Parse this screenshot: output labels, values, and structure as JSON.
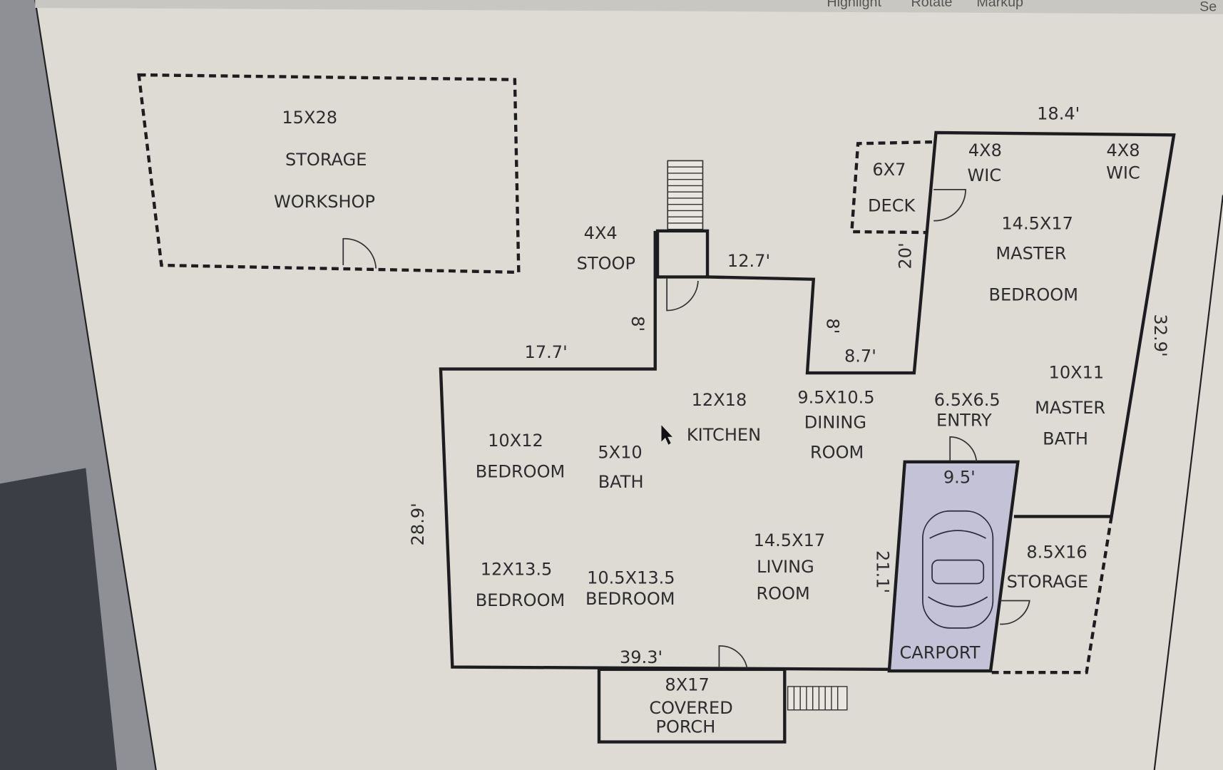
{
  "toolbar": {
    "items": [
      "Highlight",
      "Rotate",
      "Markup"
    ],
    "right_cut": "Se"
  },
  "plan": {
    "workshop": {
      "size": "15X28",
      "name1": "STORAGE",
      "name2": "WORKSHOP"
    },
    "stoop": {
      "size": "4X4",
      "name": "STOOP"
    },
    "deck": {
      "size": "6X7",
      "name": "DECK"
    },
    "wic1": {
      "size": "4X8",
      "name": "WIC"
    },
    "wic2": {
      "size": "4X8",
      "name": "WIC"
    },
    "master_bedroom": {
      "size": "14.5X17",
      "name1": "MASTER",
      "name2": "BEDROOM"
    },
    "master_bath": {
      "size": "10X11",
      "name1": "MASTER",
      "name2": "BATH"
    },
    "kitchen": {
      "size": "12X18",
      "name": "KITCHEN"
    },
    "dining": {
      "size": "9.5X10.5",
      "name1": "DINING",
      "name2": "ROOM"
    },
    "entry": {
      "size": "6.5X6.5",
      "name": "ENTRY"
    },
    "bedroom1": {
      "size": "10X12",
      "name": "BEDROOM"
    },
    "bath": {
      "size": "5X10",
      "name": "BATH"
    },
    "living": {
      "size": "14.5X17",
      "name1": "LIVING",
      "name2": "ROOM"
    },
    "storage": {
      "size": "8.5X16",
      "name": "STORAGE"
    },
    "bedroom2": {
      "size": "12X13.5",
      "name": "BEDROOM"
    },
    "bedroom3": {
      "size": "10.5X13.5",
      "name": "BEDROOM"
    },
    "carport": {
      "name": "CARPORT",
      "width": "9.5'",
      "length": "21.1'"
    },
    "porch": {
      "size": "8X17",
      "name1": "COVERED",
      "name2": "PORCH"
    }
  },
  "dimensions": {
    "d12_7": "12.7'",
    "d18_4": "18.4'",
    "d20": "20'",
    "d8a": "8'",
    "d8b": "8'",
    "d17_7": "17.7'",
    "d8_7": "8.7'",
    "d32_9": "32.9'",
    "d28_9": "28.9'",
    "d39_3": "39.3'"
  },
  "colors": {
    "screen": "#dddbd4",
    "carport_fill": "#c3c2d6",
    "wall": "#1d1d20"
  }
}
